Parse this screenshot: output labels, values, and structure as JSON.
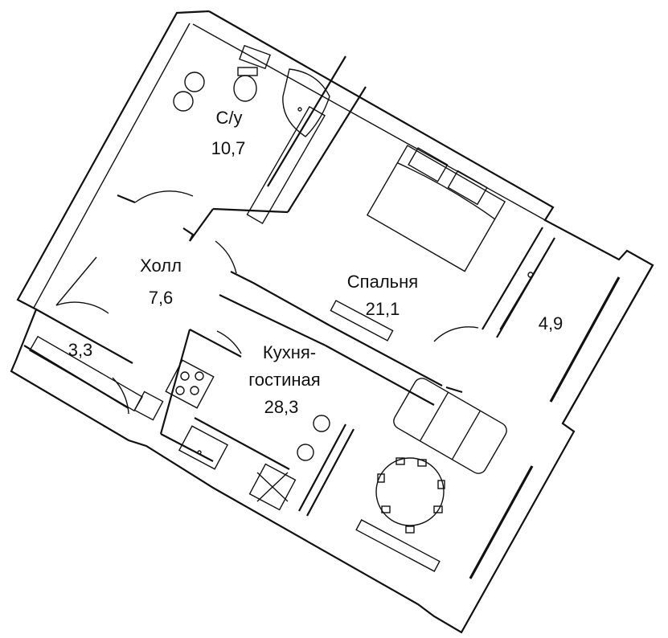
{
  "rooms": {
    "bathroom": {
      "name": "С/у",
      "area": "10,7"
    },
    "hall": {
      "name": "Холл",
      "area": "7,6"
    },
    "bedroom": {
      "name": "Спальня",
      "area": "21,1"
    },
    "storage": {
      "area": "3,3"
    },
    "balcony": {
      "area": "4,9"
    },
    "kitchen_living": {
      "name_line1": "Кухня-",
      "name_line2": "гостиная",
      "area": "28,3"
    }
  }
}
